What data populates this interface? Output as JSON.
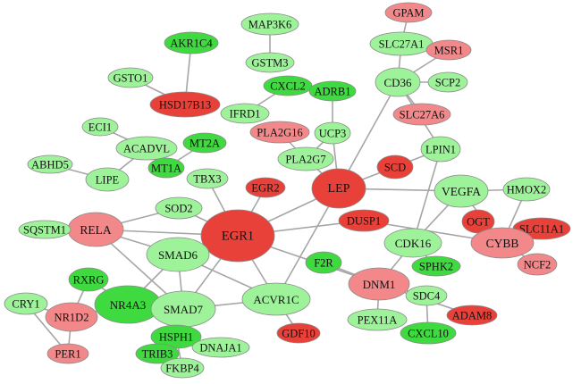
{
  "palette": {
    "bright_red": "#e8413a",
    "light_red": "#f2888a",
    "bright_green": "#3fda3f",
    "light_green": "#9ef39a",
    "edge": "#a6a6a6"
  },
  "nodes": [
    {
      "id": "GPAM",
      "label": "GPAM",
      "color": "light_red"
    },
    {
      "id": "SLC27A1",
      "label": "SLC27A1",
      "color": "light_green"
    },
    {
      "id": "MSR1",
      "label": "MSR1",
      "color": "light_red"
    },
    {
      "id": "CD36",
      "label": "CD36",
      "color": "light_green"
    },
    {
      "id": "SCP2",
      "label": "SCP2",
      "color": "light_green"
    },
    {
      "id": "SLC27A6",
      "label": "SLC27A6",
      "color": "light_red"
    },
    {
      "id": "MAP3K6",
      "label": "MAP3K6",
      "color": "light_green"
    },
    {
      "id": "AKR1C4",
      "label": "AKR1C4",
      "color": "bright_green"
    },
    {
      "id": "GSTM3",
      "label": "GSTM3",
      "color": "light_green"
    },
    {
      "id": "GSTO1",
      "label": "GSTO1",
      "color": "light_green"
    },
    {
      "id": "CXCL2",
      "label": "CXCL2",
      "color": "bright_green"
    },
    {
      "id": "HSD17B13",
      "label": "HSD17B13",
      "color": "bright_red"
    },
    {
      "id": "IFRD1",
      "label": "IFRD1",
      "color": "light_green"
    },
    {
      "id": "ADRB1",
      "label": "ADRB1",
      "color": "bright_green"
    },
    {
      "id": "UCP3",
      "label": "UCP3",
      "color": "light_green"
    },
    {
      "id": "PLA2G16",
      "label": "PLA2G16",
      "color": "light_red"
    },
    {
      "id": "PLA2G7",
      "label": "PLA2G7",
      "color": "light_green"
    },
    {
      "id": "LPIN1",
      "label": "LPIN1",
      "color": "light_green"
    },
    {
      "id": "SCD",
      "label": "SCD",
      "color": "bright_red"
    },
    {
      "id": "ECI1",
      "label": "ECI1",
      "color": "light_green"
    },
    {
      "id": "ACADVL",
      "label": "ACADVL",
      "color": "light_green"
    },
    {
      "id": "MT2A",
      "label": "MT2A",
      "color": "bright_green"
    },
    {
      "id": "MT1A",
      "label": "MT1A",
      "color": "bright_green"
    },
    {
      "id": "ABHD5",
      "label": "ABHD5",
      "color": "light_green"
    },
    {
      "id": "LIPE",
      "label": "LIPE",
      "color": "light_green"
    },
    {
      "id": "TBX3",
      "label": "TBX3",
      "color": "light_green"
    },
    {
      "id": "EGR2",
      "label": "EGR2",
      "color": "bright_red"
    },
    {
      "id": "LEP",
      "label": "LEP",
      "color": "bright_red"
    },
    {
      "id": "VEGFA",
      "label": "VEGFA",
      "color": "light_green"
    },
    {
      "id": "HMOX2",
      "label": "HMOX2",
      "color": "light_green"
    },
    {
      "id": "SOD2",
      "label": "SOD2",
      "color": "light_green"
    },
    {
      "id": "EGR1",
      "label": "EGR1",
      "color": "bright_red"
    },
    {
      "id": "RELA",
      "label": "RELA",
      "color": "light_red"
    },
    {
      "id": "SQSTM1",
      "label": "SQSTM1",
      "color": "light_green"
    },
    {
      "id": "DUSP1",
      "label": "DUSP1",
      "color": "bright_red"
    },
    {
      "id": "OGT",
      "label": "OGT",
      "color": "bright_red"
    },
    {
      "id": "SLC11A1",
      "label": "SLC11A1",
      "color": "bright_red"
    },
    {
      "id": "CYBB",
      "label": "CYBB",
      "color": "light_red"
    },
    {
      "id": "SMAD6",
      "label": "SMAD6",
      "color": "light_green"
    },
    {
      "id": "CDK16",
      "label": "CDK16",
      "color": "light_green"
    },
    {
      "id": "NCF2",
      "label": "NCF2",
      "color": "light_red"
    },
    {
      "id": "RXRG",
      "label": "RXRG",
      "color": "bright_green"
    },
    {
      "id": "F2R",
      "label": "F2R",
      "color": "bright_green"
    },
    {
      "id": "SPHK2",
      "label": "SPHK2",
      "color": "bright_green"
    },
    {
      "id": "DNM1",
      "label": "DNM1",
      "color": "light_red"
    },
    {
      "id": "CRY1",
      "label": "CRY1",
      "color": "light_green"
    },
    {
      "id": "NR4A3",
      "label": "NR4A3",
      "color": "bright_green"
    },
    {
      "id": "SMAD7",
      "label": "SMAD7",
      "color": "light_green"
    },
    {
      "id": "ACVR1C",
      "label": "ACVR1C",
      "color": "light_green"
    },
    {
      "id": "SDC4",
      "label": "SDC4",
      "color": "light_green"
    },
    {
      "id": "NR1D2",
      "label": "NR1D2",
      "color": "light_red"
    },
    {
      "id": "ADAM8",
      "label": "ADAM8",
      "color": "bright_red"
    },
    {
      "id": "PEX11A",
      "label": "PEX11A",
      "color": "light_green"
    },
    {
      "id": "GDF10",
      "label": "GDF10",
      "color": "bright_red"
    },
    {
      "id": "CXCL10",
      "label": "CXCL10",
      "color": "bright_green"
    },
    {
      "id": "HSPH1",
      "label": "HSPH1",
      "color": "bright_green"
    },
    {
      "id": "DNAJA1",
      "label": "DNAJA1",
      "color": "light_green"
    },
    {
      "id": "PER1",
      "label": "PER1",
      "color": "light_red"
    },
    {
      "id": "TRIB3",
      "label": "TRIB3",
      "color": "bright_green"
    },
    {
      "id": "FKBP4",
      "label": "FKBP4",
      "color": "light_green"
    }
  ],
  "edges": [
    [
      "GPAM",
      "SLC27A1"
    ],
    [
      "SLC27A1",
      "CD36"
    ],
    [
      "MSR1",
      "CD36"
    ],
    [
      "CD36",
      "SCP2"
    ],
    [
      "CD36",
      "SLC27A6"
    ],
    [
      "CD36",
      "LEP"
    ],
    [
      "CD36",
      "LPIN1"
    ],
    [
      "MAP3K6",
      "GSTM3"
    ],
    [
      "AKR1C4",
      "HSD17B13"
    ],
    [
      "GSTO1",
      "HSD17B13"
    ],
    [
      "CXCL2",
      "IFRD1"
    ],
    [
      "ADRB1",
      "UCP3"
    ],
    [
      "UCP3",
      "PLA2G7"
    ],
    [
      "UCP3",
      "LEP"
    ],
    [
      "PLA2G16",
      "PLA2G7"
    ],
    [
      "PLA2G7",
      "LEP"
    ],
    [
      "LPIN1",
      "SCD"
    ],
    [
      "LPIN1",
      "CDK16"
    ],
    [
      "SCD",
      "LEP"
    ],
    [
      "ECI1",
      "ACADVL"
    ],
    [
      "ACADVL",
      "LIPE"
    ],
    [
      "MT2A",
      "MT1A"
    ],
    [
      "ABHD5",
      "LIPE"
    ],
    [
      "TBX3",
      "EGR1"
    ],
    [
      "EGR2",
      "EGR1"
    ],
    [
      "LEP",
      "EGR1"
    ],
    [
      "LEP",
      "VEGFA"
    ],
    [
      "LEP",
      "ACVR1C"
    ],
    [
      "VEGFA",
      "HMOX2"
    ],
    [
      "VEGFA",
      "CDK16"
    ],
    [
      "VEGFA",
      "CYBB"
    ],
    [
      "SOD2",
      "EGR1"
    ],
    [
      "SOD2",
      "RELA"
    ],
    [
      "EGR1",
      "RELA"
    ],
    [
      "EGR1",
      "DUSP1"
    ],
    [
      "EGR1",
      "SMAD6"
    ],
    [
      "EGR1",
      "SMAD7"
    ],
    [
      "EGR1",
      "ACVR1C"
    ],
    [
      "EGR1",
      "DNM1"
    ],
    [
      "RELA",
      "SQSTM1"
    ],
    [
      "RELA",
      "SMAD6"
    ],
    [
      "RELA",
      "SMAD7"
    ],
    [
      "DUSP1",
      "CYBB"
    ],
    [
      "OGT",
      "CYBB"
    ],
    [
      "SLC11A1",
      "CYBB"
    ],
    [
      "CYBB",
      "NCF2"
    ],
    [
      "CYBB",
      "HMOX2"
    ],
    [
      "SMAD6",
      "SMAD7"
    ],
    [
      "SMAD6",
      "ACVR1C"
    ],
    [
      "SMAD6",
      "NR4A3"
    ],
    [
      "SMAD7",
      "ACVR1C"
    ],
    [
      "SMAD7",
      "NR4A3"
    ],
    [
      "CDK16",
      "SPHK2"
    ],
    [
      "CDK16",
      "DNM1"
    ],
    [
      "F2R",
      "DNM1"
    ],
    [
      "DNM1",
      "SDC4"
    ],
    [
      "DNM1",
      "ADAM8"
    ],
    [
      "DNM1",
      "PEX11A"
    ],
    [
      "SDC4",
      "CXCL10"
    ],
    [
      "RXRG",
      "NR4A3"
    ],
    [
      "RXRG",
      "NR1D2"
    ],
    [
      "CRY1",
      "NR1D2"
    ],
    [
      "CRY1",
      "PER1"
    ],
    [
      "NR4A3",
      "NR1D2"
    ],
    [
      "NR1D2",
      "PER1"
    ],
    [
      "ACVR1C",
      "GDF10"
    ],
    [
      "HSPH1",
      "DNAJA1"
    ],
    [
      "HSPH1",
      "TRIB3"
    ],
    [
      "HSPH1",
      "FKBP4"
    ]
  ]
}
